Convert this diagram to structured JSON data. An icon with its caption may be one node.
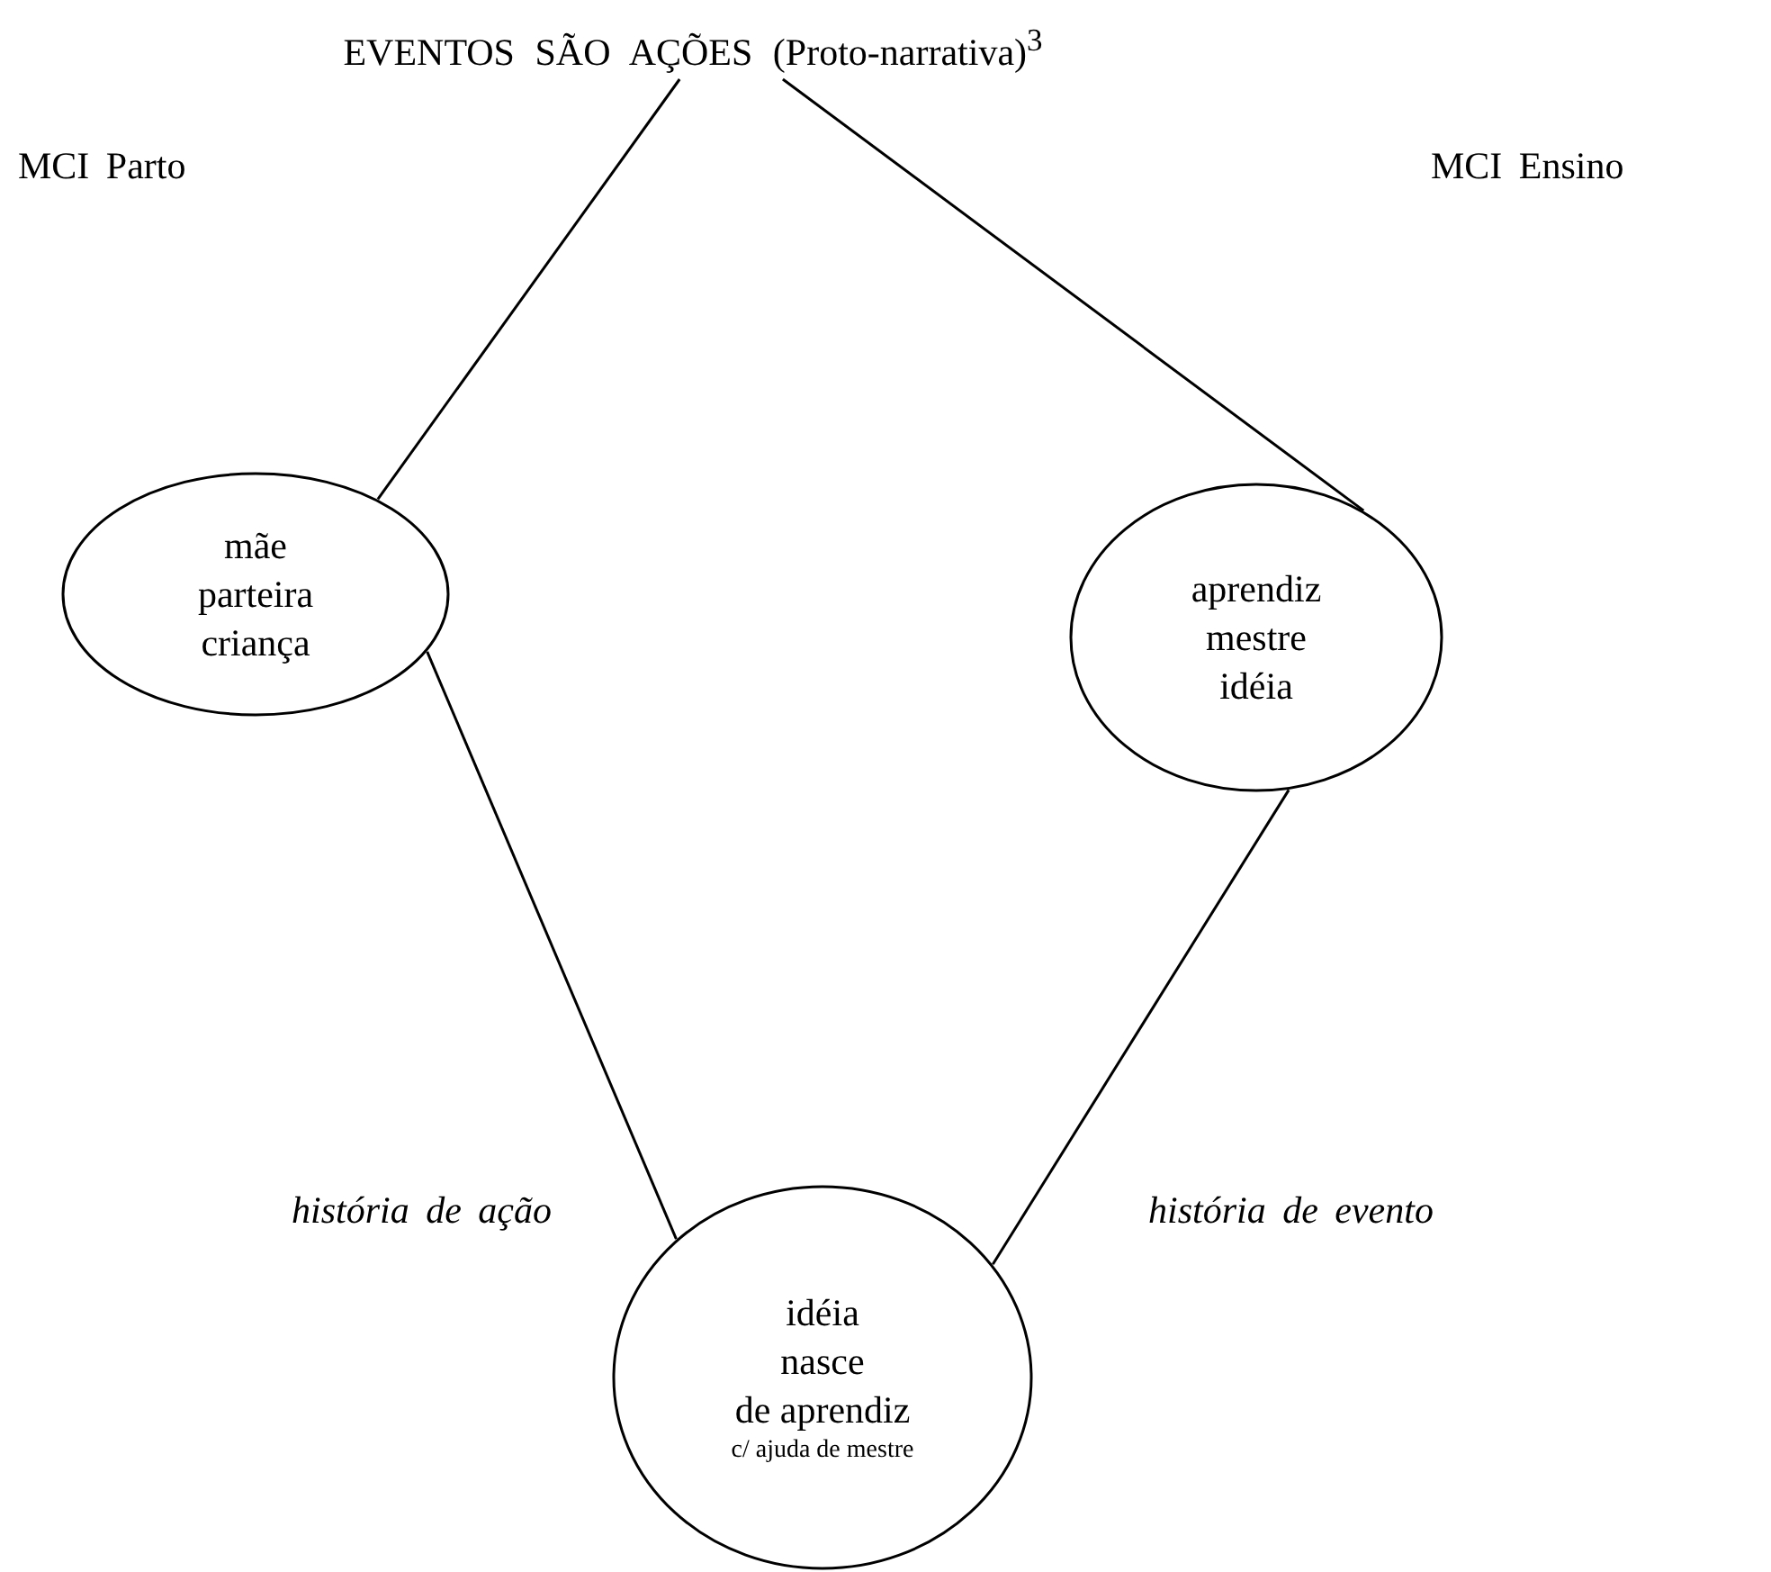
{
  "diagram": {
    "nodes": [
      {
        "text": [
          "EVENTOS SÃO AÇÕES (Proto-narrativa)$^{3}$"
        ]
      },
      {
        "text": [
          "mãe",
          "parteira",
          "criança"
        ]
      },
      {
        "text": [
          "aprendiz",
          "mestre",
          "idéia"
        ]
      },
      {
        "text": [
          "idéia",
          "nasce",
          "de aprendiz",
          "c/ ajuda de mestre"
        ]
      }
    ],
    "edges": [
      {
        "from": 0,
        "to": 1,
        "arrow": "none"
      },
      {
        "from": 0,
        "to": 2,
        "arrow": "none"
      },
      {
        "from": 1,
        "to": 3,
        "arrow": "none"
      },
      {
        "from": 2,
        "to": 3,
        "arrow": "none"
      }
    ],
    "labels": [
      "MCI Parto",
      "MCI Ensino",
      "história de ação",
      "história de evento"
    ]
  }
}
